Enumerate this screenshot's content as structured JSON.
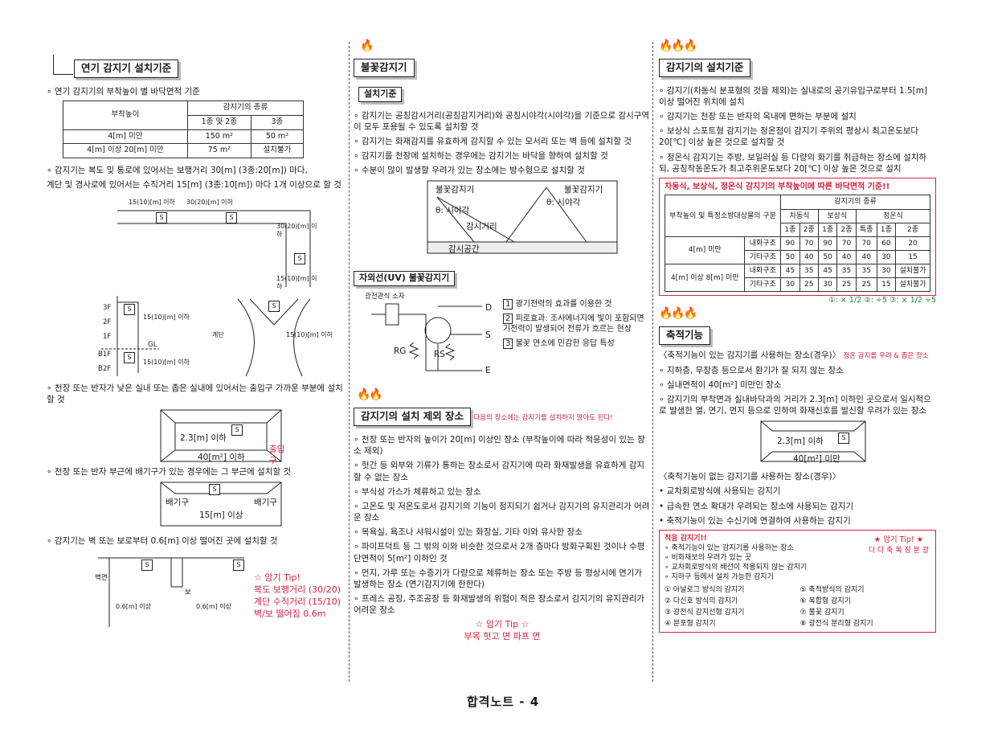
{
  "footer": "합격노트 - 4",
  "col1": {
    "title": "연기 감지기 설치기준",
    "b1": "∘ 연기 감지기의 부착높이 별 바닥면적 기준",
    "table": {
      "h_height": "부착높이",
      "h_type": "감지기의 종류",
      "h_t12": "1종 및 2종",
      "h_t3": "3종",
      "r1": [
        "4[m] 미만",
        "150 m²",
        "50 m²"
      ],
      "r2": [
        "4[m] 이상 20[m] 미만",
        "75 m²",
        "설치불가"
      ]
    },
    "b2a": "∘ 감지기는 복도 및 통로에 있어서는 보행거리 30[m] (3종:20[m]) 마다,",
    "b2b": "계단 및 경사로에 있어서는 수직거리 15[m] (3종:10[m]) 마다 1개 이상으로 할 것",
    "d1": {
      "l1": "15(10)[m] 이하",
      "l2": "30(20)[m] 이하",
      "l3": "30(20)[m] 이하",
      "l4": "15(10)[m] 이하",
      "s": "S"
    },
    "d2": {
      "f3": "3F",
      "f2": "2F",
      "f1": "1F",
      "fb1": "B1F",
      "fb2": "B2F",
      "gl": "GL",
      "l1": "15(10)[m] 이하",
      "l2": "15(10)[m] 이하",
      "l3": "계단",
      "l4": "15(10)[m] 이하",
      "s": "S"
    },
    "b3": "∘ 천장 또는 반자가 낮은 실내 또는 좁은 실내에 있어서는 출입구 가까운 부분에 설치할 것",
    "d3": {
      "l1": "2.3[m] 이하",
      "l2": "40[m²] 이하",
      "l3": "출입구",
      "s": "S"
    },
    "b4": "∘ 천장 또는 반자 부근에 배기구가 있는 경우에는 그 부근에 설치할 것",
    "d4": {
      "l1": "배기구",
      "l2": "15[m] 이상",
      "l3": "배기구",
      "s": "S"
    },
    "b5": "∘ 감지기는 벽 또는 보로부터 0.6[m] 이상 떨어진 곳에 설치할 것",
    "d5": {
      "wall": "벽면",
      "beam": "보",
      "l1": "0.6[m] 이상",
      "l2": "0.6[m] 이상",
      "s": "S"
    },
    "tip": {
      "title": "☆ 암기 Tip!",
      "l1": "복도 보행거리 (30/20)",
      "l2": "계단 수직거리 (15/10)",
      "l3": "벽/보 떨어짐 0.6m"
    }
  },
  "col2": {
    "flame1": "🔥",
    "title": "불꽃감지기",
    "sub1": "설치기준",
    "b1": "∘ 감지기는 공칭감시거리(공칭감지거리)와 공칭시야각(시야각)을 기준으로 감시구역이 모두 포용될 수 있도록 설치할 것",
    "b2": "∘ 감지기는 화재감지를 유효하게 감지할 수 있는 모서리 또는 벽 등에 설치할 것",
    "b3": "∘ 감지기를 천장에 설치하는 경우에는 감지기는 바닥을 향하여 설치할 것",
    "b4": "∘ 수분이 많이 발생할 우려가 있는 장소에는 방수형으로 설치할 것",
    "d1": {
      "l1": "불꽃감지기",
      "l2": "θ: 시야각",
      "l3": "감시거리",
      "l4": "불꽃감지기",
      "l5": "θ: 시야각",
      "l6": "감시공간"
    },
    "sub2": "자외선(UV) 불꽃감지기",
    "circuit": {
      "tube": "광전관식 소자",
      "d": "D",
      "s": "S",
      "e": "E",
      "rg": "RG",
      "rs": "RS"
    },
    "uv1n": "1",
    "uv1": "광기전력의 효과를 이용한 것",
    "uv2n": "2",
    "uv2": "피로효과: 조사에너지에 빛이 포함되면 기전력이 발생되어 전류가 흐르는 현상",
    "uv3n": "3",
    "uv3": "불꽃 연소에 민감한 응답 특성",
    "flame2": "🔥🔥",
    "title2": "감지기의 설치 제외 장소",
    "note2": "다음의 장소에는 감지기를 설치하지 않아도 된다!",
    "e1": "∘ 천장 또는 반자의 높이가 20[m] 이상인 장소 (부착높이에 따라 적응성이 있는 장소 제외)",
    "e2": "∘ 헛간 등 외부와 기류가 통하는 장소로서 감지기에 따라 화재발생을 유효하게 감지할 수 없는 장소",
    "e3": "∘ 부식성 가스가 체류하고 있는 장소",
    "e4": "∘ 고온도 및 저온도로서 감지기의 기능이 정지되기 쉽거나 감지기의 유지관리가 어려운 장소",
    "e5": "∘ 목욕실, 욕조나 샤워시설이 있는 화장실, 기타 이와 유사한 장소",
    "e6": "∘ 파이프덕트 등 그 밖의 이와 비슷한 것으로서 2개 층마다 방화구획된 것이나 수평단면적이 5[m²] 이하인 것",
    "e7": "∘ 먼지, 가루 또는 수증기가 다량으로 체류하는 장소 또는 주방 등 평상시에 연기가 발생하는 장소 (연기감지기에 한한다)",
    "e8": "∘ 프레스 공장, 주조공장 등 화재발생의 위험이 적은 장소로서 감지기의 유지관리가 어려운 장소",
    "tip": "☆ 암기 Tip ☆",
    "tip2": "부목 헛고 면 파프 먼"
  },
  "col3": {
    "flame1": "🔥🔥🔥",
    "title": "감지기의 설치기준",
    "b1": "∘ 감지기(차동식 분포형의 것을 제외)는 실내로의 공기유입구로부터 1.5[m] 이상 떨어진 위치에 설치",
    "b2": "∘ 감지기는 천장 또는 반자의 옥내에 면하는 부분에 설치",
    "b3": "∘ 보상식 스포트형 감지기는 정온점이 감지기 주위의 평상시 최고온도보다 20[℃] 이상 높은 것으로 설치할 것",
    "b4": "∘ 정온식 감지기는 주방, 보일러실 등 다량의 화기를 취급하는 장소에 설치하되, 공칭작동온도가 최고주위온도보다 20[℃] 이상 높은 것으로 설치",
    "tbl_title": "차동식, 보상식, 정온식 감지기의 부착높이에 따른 바닥면적 기준!!",
    "table": {
      "h1": "부착높이 및 특정소방대상물의 구분",
      "h2": "감지기의 종류",
      "g1": "차동식",
      "g2": "보상식",
      "g3": "정온식",
      "s1": "1종",
      "s2": "2종",
      "s3": "1종",
      "s4": "2종",
      "s5": "특종",
      "s6": "1종",
      "s7": "2종",
      "a1": "4[m] 미만",
      "a2": "4[m] 이상 8[m] 미만",
      "k1": "내화구조",
      "k2": "기타구조",
      "r1": [
        "90",
        "70",
        "90",
        "70",
        "70",
        "60",
        "20"
      ],
      "r2": [
        "50",
        "40",
        "50",
        "40",
        "40",
        "30",
        "15"
      ],
      "r3": [
        "45",
        "35",
        "45",
        "35",
        "35",
        "30",
        "설치불가"
      ],
      "r4": [
        "30",
        "25",
        "30",
        "25",
        "25",
        "15",
        "설치불가"
      ],
      "note": "①: × 1/2   ②: ÷5   ③: × 1/2 ÷5"
    },
    "flame2": "🔥🔥🔥",
    "title2": "축적기능",
    "s1": "〈축적기능이 있는 감지기를 사용하는 장소(경우)〉",
    "s1note": "정온 감지를 우려 & 좁은 장소",
    "c1": "∘ 지하층, 무창층 등으로서 환기가 잘 되지 않는 장소",
    "c2": "∘ 실내면적이 40[m²] 미만인 장소",
    "c3": "∘ 감지기의 부착면과 실내바닥과의 거리가 2.3[m] 이하인 곳으로서 일시적으로 발생한 열, 연기, 먼지 등으로 인하여 화재신호를 발신할 우려가 있는 장소",
    "d1": {
      "l1": "2.3[m] 이하",
      "l2": "40[m²] 미만",
      "s": "S"
    },
    "s2": "〈축적기능이 없는 감지기를 사용하는 장소(경우)〉",
    "n1": "• 교차회로방식에 사용되는 감지기",
    "n2": "• 급속한 연소 확대가 우려되는 장소에 사용되는 감지기",
    "n3": "• 축적기능이 있는 수신기에 연결하여 사용하는 감지기",
    "box": {
      "title": "적응 감지기!!",
      "tip": "★ 암기 Tip! ★",
      "tip2": "다 다 축 복 정 분 광",
      "i1": "∘ 축적기능이 있는 감지기를 사용하는 장소",
      "i2": "∘ 비화재보의 우려가 있는 곳",
      "i3": "∘ 교차회로방식의 배선이 적용되지 않는 감지기",
      "i4": "∘ 지하구 등에서 설치 가능한 감지기",
      "l1": "① 아날로그 방식의 감지기",
      "l2": "② 다신호 방식의 감지기",
      "l3": "③ 광전식 감지선형 감지기",
      "l4": "④ 분포형 감지기",
      "l5": "⑤ 축적방식의 감지기",
      "l6": "⑥ 복합형 감지기",
      "l7": "⑦ 불꽃 감지기",
      "l8": "⑧ 광전식 분리형 감지기"
    }
  }
}
